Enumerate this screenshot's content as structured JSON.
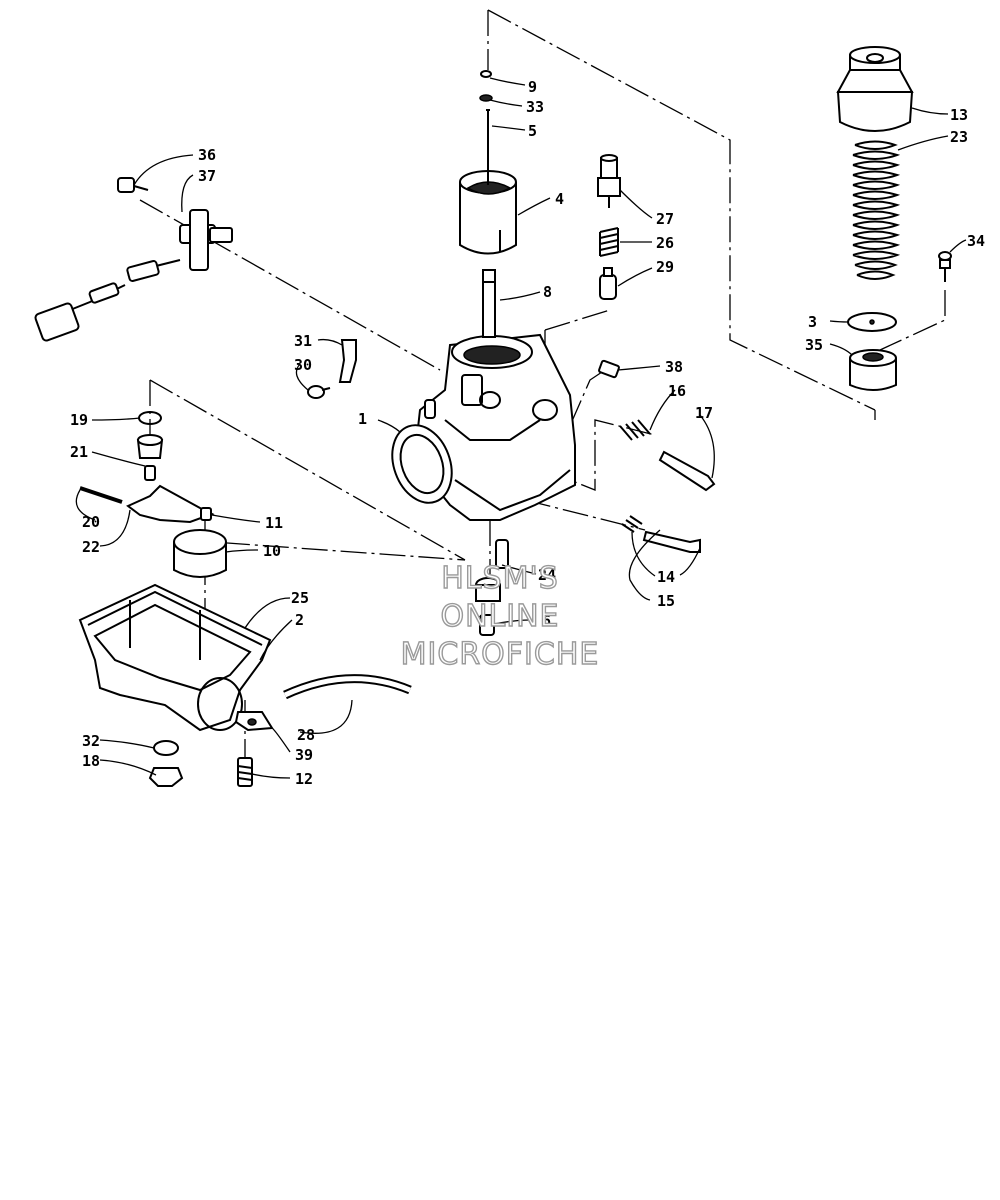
{
  "diagram": {
    "watermark": [
      "HLSM'S",
      "ONLINE",
      "MICROFICHE"
    ],
    "callouts": {
      "p1": "1",
      "p2": "2",
      "p3": "3",
      "p4": "4",
      "p5": "5",
      "p6": "6",
      "p8": "8",
      "p9": "9",
      "p10": "10",
      "p11": "11",
      "p12": "12",
      "p13": "13",
      "p14": "14",
      "p15": "15",
      "p16": "16",
      "p17": "17",
      "p18": "18",
      "p19": "19",
      "p20": "20",
      "p21": "21",
      "p22": "22",
      "p23": "23",
      "p24": "24",
      "p25": "25",
      "p26": "26",
      "p27": "27",
      "p28": "28",
      "p29": "29",
      "p30": "30",
      "p31": "31",
      "p32": "32",
      "p33": "33",
      "p34": "34",
      "p35": "35",
      "p36": "36",
      "p37": "37",
      "p38": "38",
      "p39": "39"
    }
  }
}
